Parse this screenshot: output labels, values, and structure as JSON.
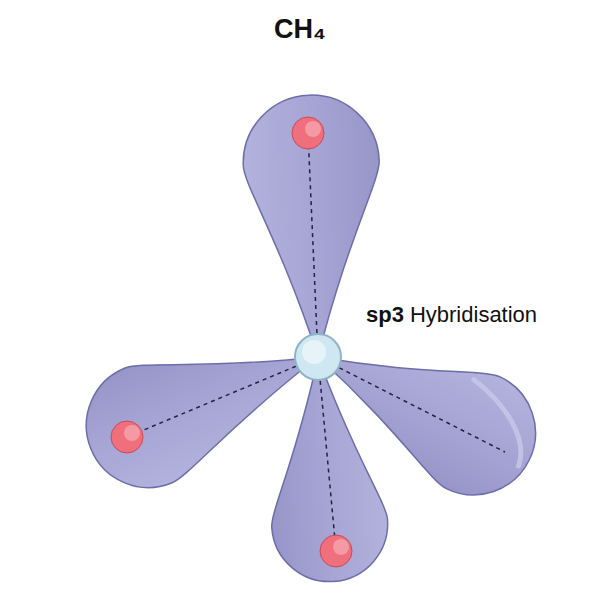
{
  "diagram": {
    "title": "CH₄",
    "labels": [
      "sp3",
      "Hybridisation"
    ]
  }
}
